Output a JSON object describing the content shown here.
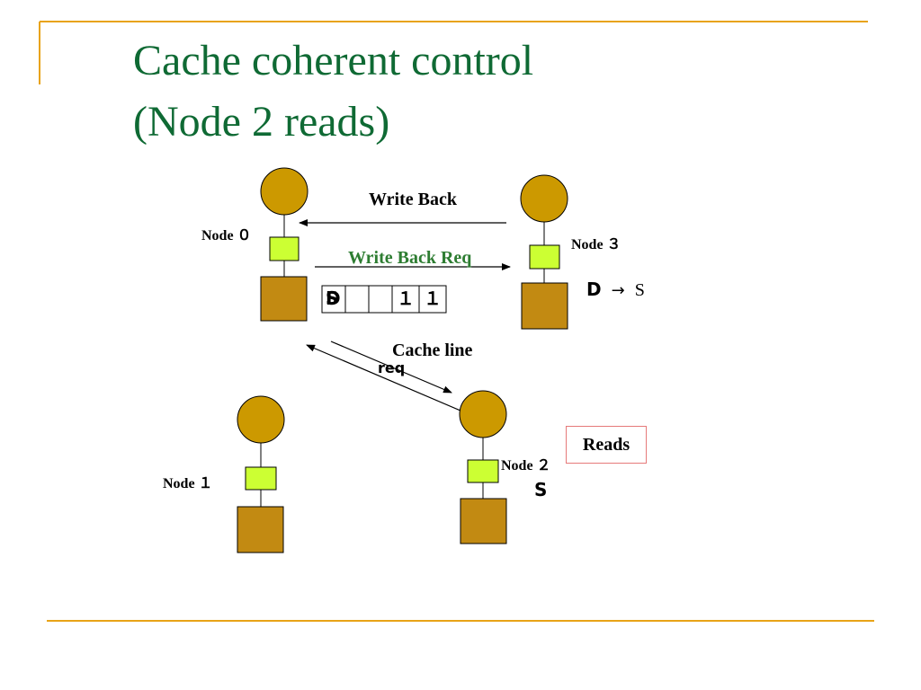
{
  "title": {
    "line1": "Cache coherent control",
    "line2": "(Node 2 reads)"
  },
  "nodes": {
    "node0": "Node ０",
    "node1": "Node １",
    "node2": "Node ２",
    "node3": "Node ３"
  },
  "arrows": {
    "write_back": "Write Back",
    "write_back_req": "Write Back Req",
    "cache_line": "Cache line",
    "req": "req"
  },
  "directory": {
    "state": "S",
    "state_overstrike": "D",
    "bits": [
      "",
      "",
      "",
      "１",
      "１"
    ]
  },
  "node3_transition": {
    "from": "D",
    "arrow": "→",
    "to": "S"
  },
  "node2_state": "S",
  "reads_box": "Reads",
  "colors": {
    "title": "#0f6a34",
    "node_fill": "#cc9900",
    "cache_fill": "#ccff33",
    "memory_fill": "#c28a12",
    "rule": "#e8a317",
    "reads_border": "#e67a7a",
    "req_label": "#2e7d32"
  }
}
